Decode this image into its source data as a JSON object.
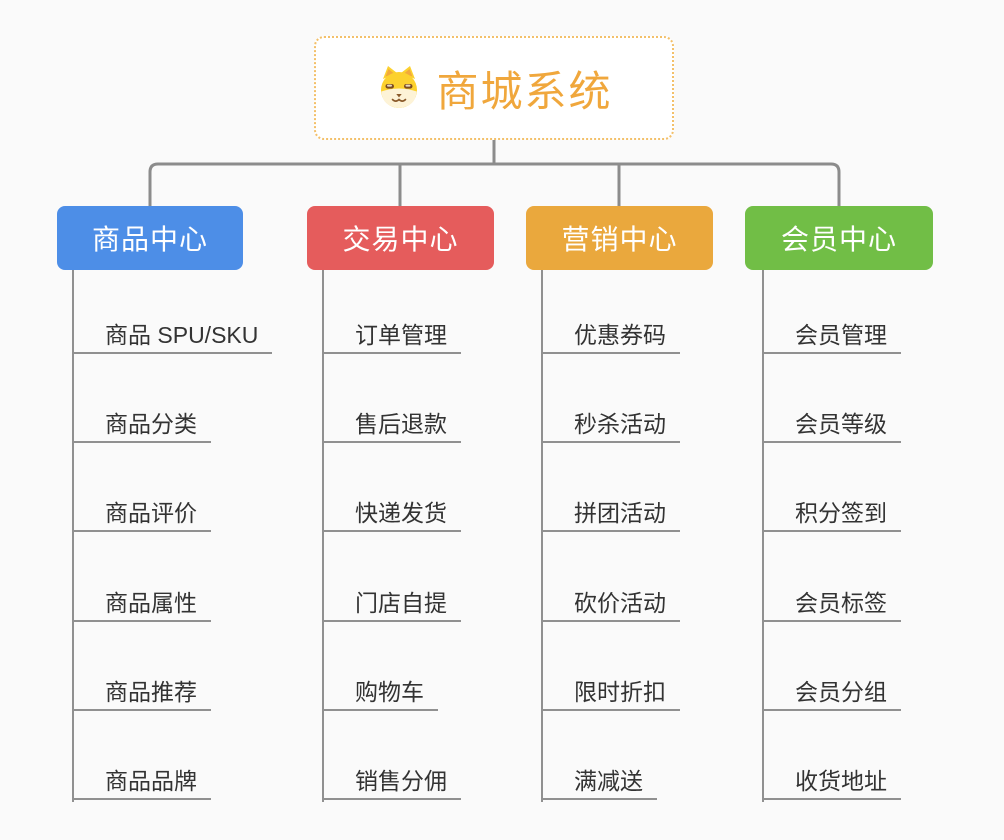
{
  "root": {
    "title": "商城系统",
    "icon": "dog-face-icon"
  },
  "branches": [
    {
      "label": "商品中心",
      "color": "#4d8ee7",
      "children": [
        "商品 SPU/SKU",
        "商品分类",
        "商品评价",
        "商品属性",
        "商品推荐",
        "商品品牌"
      ]
    },
    {
      "label": "交易中心",
      "color": "#e55c5c",
      "children": [
        "订单管理",
        "售后退款",
        "快递发货",
        "门店自提",
        "购物车",
        "销售分佣"
      ]
    },
    {
      "label": "营销中心",
      "color": "#eaa83d",
      "children": [
        "优惠券码",
        "秒杀活动",
        "拼团活动",
        "砍价活动",
        "限时折扣",
        "满减送"
      ]
    },
    {
      "label": "会员中心",
      "color": "#71be46",
      "children": [
        "会员管理",
        "会员等级",
        "积分签到",
        "会员标签",
        "会员分组",
        "收货地址"
      ]
    }
  ],
  "colors": {
    "background": "#fafafa",
    "connector": "#8c8c8c",
    "underline": "#909090",
    "item-text": "#333333",
    "root-text": "#f0a73c",
    "root-border": "#f3c06a"
  }
}
